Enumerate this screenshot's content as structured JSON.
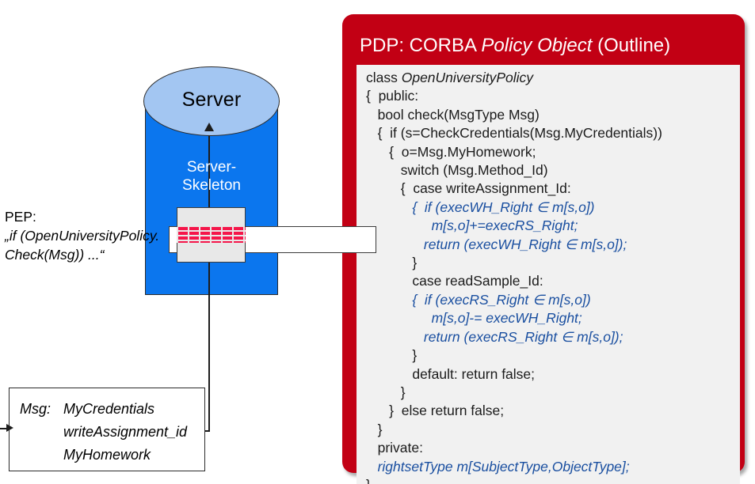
{
  "diagram": {
    "server": {
      "top_label": "Server",
      "skeleton_label_line1": "Server-",
      "skeleton_label_line2": "Skeleton",
      "body_color": "#0b76ee",
      "top_color": "#a3c6f2"
    },
    "firewall_icon": {
      "name": "firewall-bricks-icon",
      "brick_color": "#f5164a",
      "box_color": "#e8e8e8"
    },
    "pep": {
      "title": "PEP:",
      "quote_line1": "„if (OpenUniversityPolicy.",
      "quote_line2": "Check(Msg)) ...“"
    },
    "msg_box": {
      "label": "Msg:",
      "values": [
        "MyCredentials",
        "writeAssignment_id",
        "MyHomework"
      ]
    }
  },
  "pdp": {
    "title_prefix": "PDP: CORBA ",
    "title_italic": "Policy Object",
    "title_suffix": " (Outline)",
    "panel_color": "#c20014",
    "code_bg": "#f1f1f1",
    "code_blue": "#1a4fa0",
    "code": [
      {
        "text": "class OpenUniversityPolicy",
        "style": "black-italic-tail",
        "plain": "class ",
        "italic": "OpenUniversityPolicy"
      },
      {
        "text": "{  public:",
        "style": "black"
      },
      {
        "text": "   bool check(MsgType Msg)",
        "style": "black"
      },
      {
        "text": "   {  if (s=CheckCredentials(Msg.MyCredentials))",
        "style": "black"
      },
      {
        "text": "      {  o=Msg.MyHomework;",
        "style": "black"
      },
      {
        "text": "         switch (Msg.Method_Id)",
        "style": "black"
      },
      {
        "text": "         {  case writeAssignment_Id:",
        "style": "black"
      },
      {
        "text": "            {  if (execWH_Right ∈ m[s,o])",
        "style": "blue"
      },
      {
        "text": "                 m[s,o]+=execRS_Right;",
        "style": "blue"
      },
      {
        "text": "               return (execWH_Right ∈ m[s,o]);",
        "style": "blue"
      },
      {
        "text": "            }",
        "style": "black"
      },
      {
        "text": "            case readSample_Id:",
        "style": "black"
      },
      {
        "text": "            {  if (execRS_Right ∈ m[s,o])",
        "style": "blue"
      },
      {
        "text": "                 m[s,o]-= execWH_Right;",
        "style": "blue"
      },
      {
        "text": "               return (execRS_Right ∈ m[s,o]);",
        "style": "blue"
      },
      {
        "text": "            }",
        "style": "black"
      },
      {
        "text": "            default: return false;",
        "style": "black"
      },
      {
        "text": "         }",
        "style": "black"
      },
      {
        "text": "      }  else return false;",
        "style": "black"
      },
      {
        "text": "   }",
        "style": "black"
      },
      {
        "text": "   private:",
        "style": "black"
      },
      {
        "text": "   rightsetType m[SubjectType,ObjectType];",
        "style": "blue"
      },
      {
        "text": "}",
        "style": "black"
      }
    ]
  }
}
